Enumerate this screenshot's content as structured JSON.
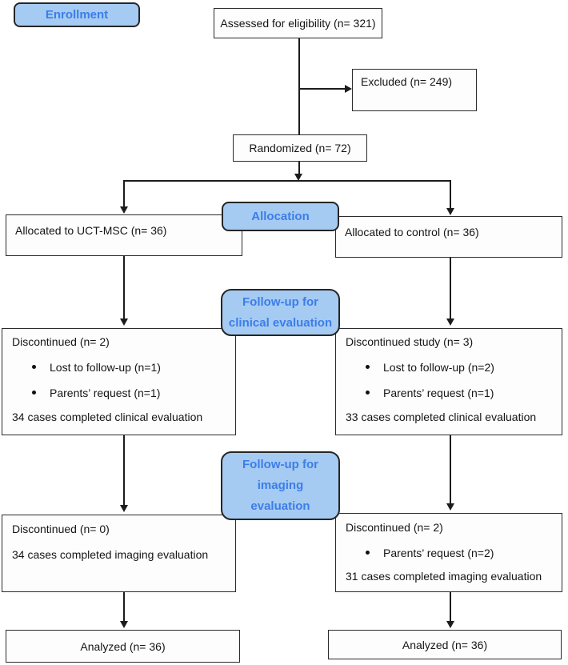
{
  "diagram": {
    "stages": {
      "enrollment": "Enrollment",
      "allocation": "Allocation",
      "followup_clinical": {
        "line1": "Follow-up for",
        "line2": "clinical evaluation"
      },
      "followup_imaging": {
        "line1": "Follow-up for",
        "line2": "imaging",
        "line3": "evaluation"
      }
    },
    "nodes": {
      "assessed": {
        "label": "Assessed for eligibility (n= 321)"
      },
      "excluded": {
        "label": "Excluded (n= 249)"
      },
      "randomized": {
        "label": "Randomized (n= 72)"
      },
      "allocated_uct_msc": {
        "label": "Allocated to UCT-MSC (n= 36)"
      },
      "allocated_control": {
        "label": "Allocated to control (n= 36)"
      },
      "clinical_uct_msc": {
        "title": "Discontinued (n= 2)",
        "bullets": [
          "Lost to follow-up (n=1)",
          "Parents’ request (n=1)"
        ],
        "footer": "34 cases completed clinical evaluation"
      },
      "clinical_control": {
        "title": "Discontinued study (n= 3)",
        "bullets": [
          "Lost to follow-up (n=2)",
          "Parents’ request (n=1)"
        ],
        "footer": "33 cases completed clinical evaluation"
      },
      "imaging_uct_msc": {
        "title": "Discontinued (n= 0)",
        "footer": "34 cases completed imaging evaluation"
      },
      "imaging_control": {
        "title": "Discontinued (n= 2)",
        "bullets": [
          "Parents’ request (n=2)"
        ],
        "footer": "31 cases completed imaging evaluation"
      },
      "analyzed_uct_msc": {
        "label": "Analyzed (n= 36)"
      },
      "analyzed_control": {
        "label": "Analyzed (n= 36)"
      }
    },
    "colors": {
      "stage_fill": "#a6cbf2",
      "stage_text": "#3c7de8",
      "stage_border": "#262626",
      "box_border": "#2b2b2b",
      "line": "#1c1c1c"
    }
  }
}
